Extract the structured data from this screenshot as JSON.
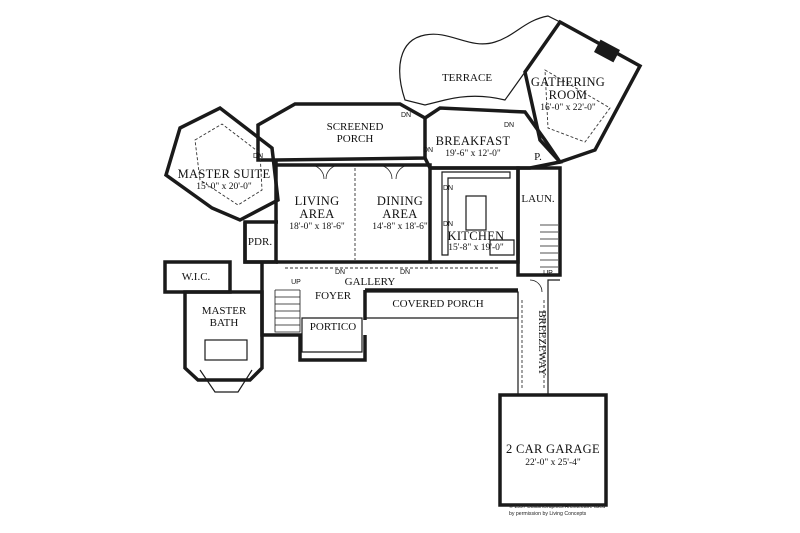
{
  "rooms": {
    "terrace": {
      "name": "TERRACE"
    },
    "gathering": {
      "name": "GATHERING",
      "name2": "ROOM",
      "dims": "16'-0\" x 22'-0\""
    },
    "screened": {
      "name": "SCREENED",
      "name2": "PORCH"
    },
    "breakfast": {
      "name": "BREAKFAST",
      "dims": "19'-6\" x 12'-0\""
    },
    "master_suite": {
      "name": "MASTER SUITE",
      "dims": "15'-0\" x 20'-0\""
    },
    "living": {
      "name": "LIVING",
      "name2": "AREA",
      "dims": "18'-0\" x 18'-6\""
    },
    "dining": {
      "name": "DINING",
      "name2": "AREA",
      "dims": "14'-8\" x 18'-6\""
    },
    "kitchen": {
      "name": "KITCHEN",
      "dims": "15'-8\" x 19'-0\""
    },
    "laundry": {
      "name": "LAUN."
    },
    "pantry": {
      "name": "P."
    },
    "powder": {
      "name": "PDR."
    },
    "wic": {
      "name": "W.I.C."
    },
    "gallery": {
      "name": "GALLERY"
    },
    "foyer": {
      "name": "FOYER"
    },
    "portico": {
      "name": "PORTICO"
    },
    "master_bath": {
      "name": "MASTER",
      "name2": "BATH"
    },
    "covered_porch": {
      "name": "COVERED PORCH"
    },
    "breezeway": {
      "name": "BREEZEWAY"
    },
    "garage": {
      "name": "2 CAR GARAGE",
      "dims": "22'-0\" x 25'-4\""
    }
  },
  "markers": {
    "dn": "DN",
    "up": "UP"
  },
  "copyright": {
    "line1": "© 1997 BuildinGraphics Architecture used",
    "line2": "by permission by Living Concepts"
  }
}
